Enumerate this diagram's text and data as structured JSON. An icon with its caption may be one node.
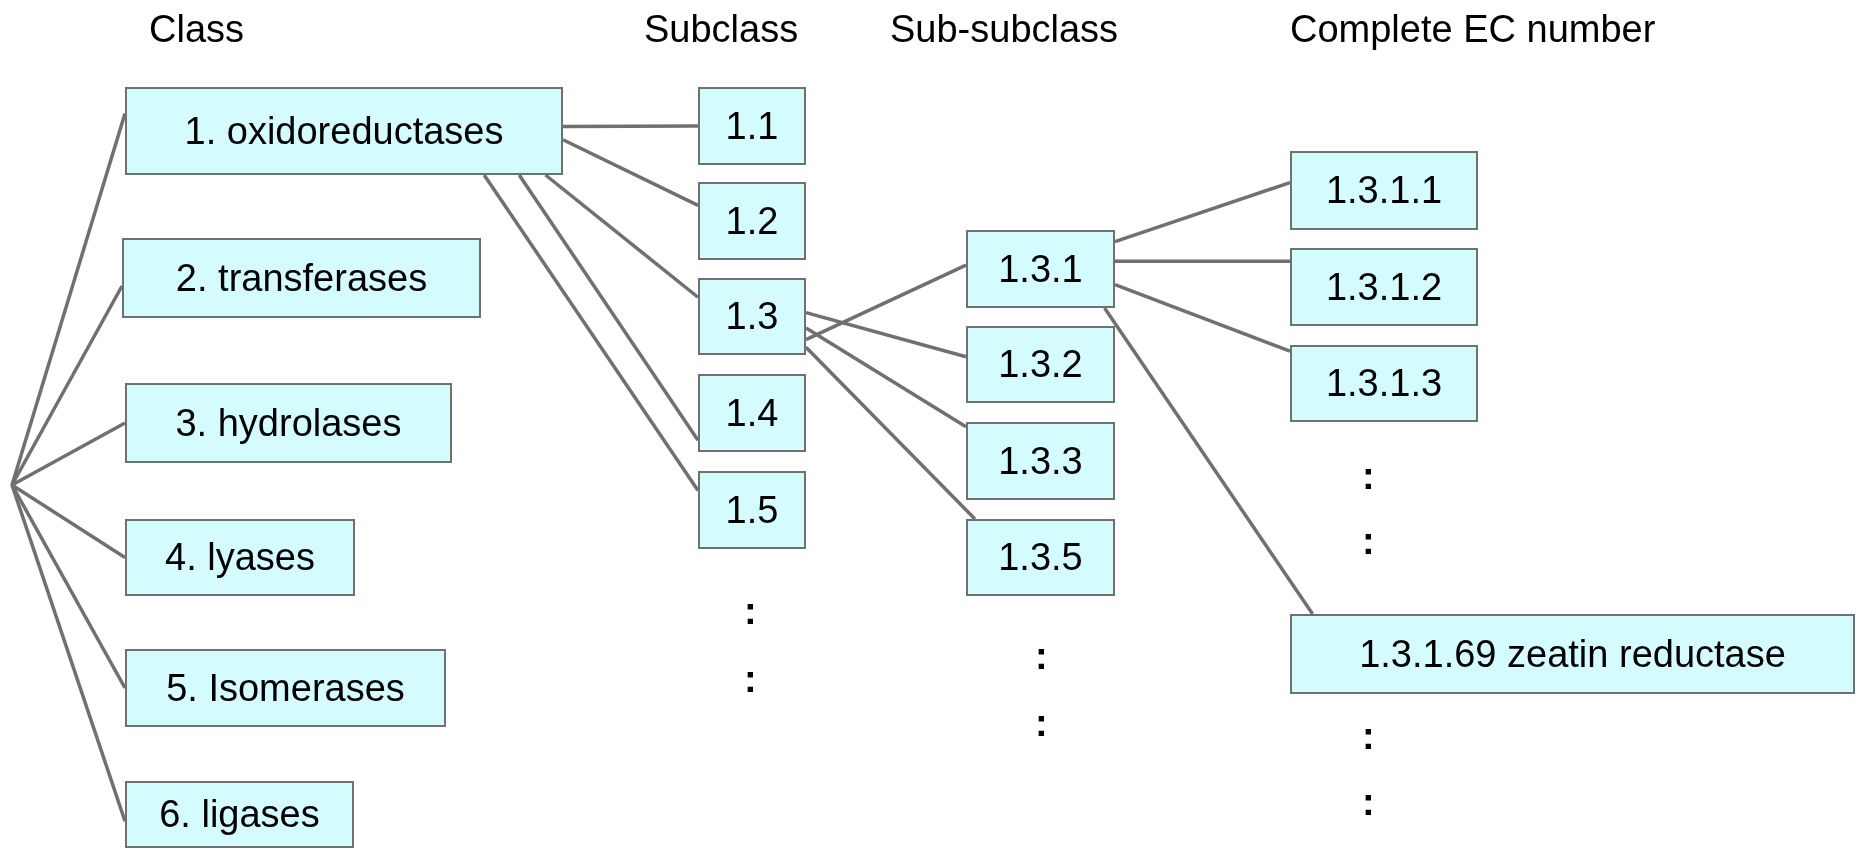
{
  "diagram": {
    "nodes": [
      {
        "text": [
          "1. oxidoreductases"
        ]
      },
      {
        "text": [
          "2. transferases"
        ]
      },
      {
        "text": [
          "3. hydrolases"
        ]
      },
      {
        "text": [
          "4. lyases"
        ]
      },
      {
        "text": [
          "5. Isomerases"
        ]
      },
      {
        "text": [
          "6. ligases"
        ]
      },
      {
        "text": [
          "1.1"
        ]
      },
      {
        "text": [
          "1.2"
        ]
      },
      {
        "text": [
          "1.3"
        ]
      },
      {
        "text": [
          "1.4"
        ]
      },
      {
        "text": [
          "1.5"
        ]
      },
      {
        "text": [
          "1.3.1"
        ]
      },
      {
        "text": [
          "1.3.2"
        ]
      },
      {
        "text": [
          "1.3.3"
        ]
      },
      {
        "text": [
          "1.3.5"
        ]
      },
      {
        "text": [
          "1.3.1.1"
        ]
      },
      {
        "text": [
          "1.3.1.2"
        ]
      },
      {
        "text": [
          "1.3.1.3"
        ]
      },
      {
        "text": [
          "1.3.1.69 zeatin reductase"
        ]
      }
    ],
    "edges": [
      {
        "from": null,
        "to": 0,
        "arrow": "none"
      },
      {
        "from": null,
        "to": 1,
        "arrow": "none"
      },
      {
        "from": null,
        "to": 2,
        "arrow": "none"
      },
      {
        "from": null,
        "to": 3,
        "arrow": "none"
      },
      {
        "from": null,
        "to": 4,
        "arrow": "none"
      },
      {
        "from": null,
        "to": 5,
        "arrow": "none"
      },
      {
        "from": 0,
        "to": 6,
        "arrow": "none"
      },
      {
        "from": 0,
        "to": 7,
        "arrow": "none"
      },
      {
        "from": 0,
        "to": 8,
        "arrow": "none"
      },
      {
        "from": 0,
        "to": 9,
        "arrow": "none"
      },
      {
        "from": 0,
        "to": 10,
        "arrow": "none"
      },
      {
        "from": 8,
        "to": 11,
        "arrow": "none"
      },
      {
        "from": 8,
        "to": 12,
        "arrow": "none"
      },
      {
        "from": 8,
        "to": 13,
        "arrow": "none"
      },
      {
        "from": 8,
        "to": 14,
        "arrow": "none"
      },
      {
        "from": 11,
        "to": 15,
        "arrow": "none"
      },
      {
        "from": 11,
        "to": 16,
        "arrow": "none"
      },
      {
        "from": 11,
        "to": 17,
        "arrow": "none"
      },
      {
        "from": 11,
        "to": 18,
        "arrow": "none"
      }
    ],
    "labels": [
      "Class",
      "Subclass",
      "Sub-subclass",
      "Complete EC number",
      ":",
      ":",
      ":",
      ":",
      ":",
      ":",
      ":",
      ":"
    ]
  }
}
